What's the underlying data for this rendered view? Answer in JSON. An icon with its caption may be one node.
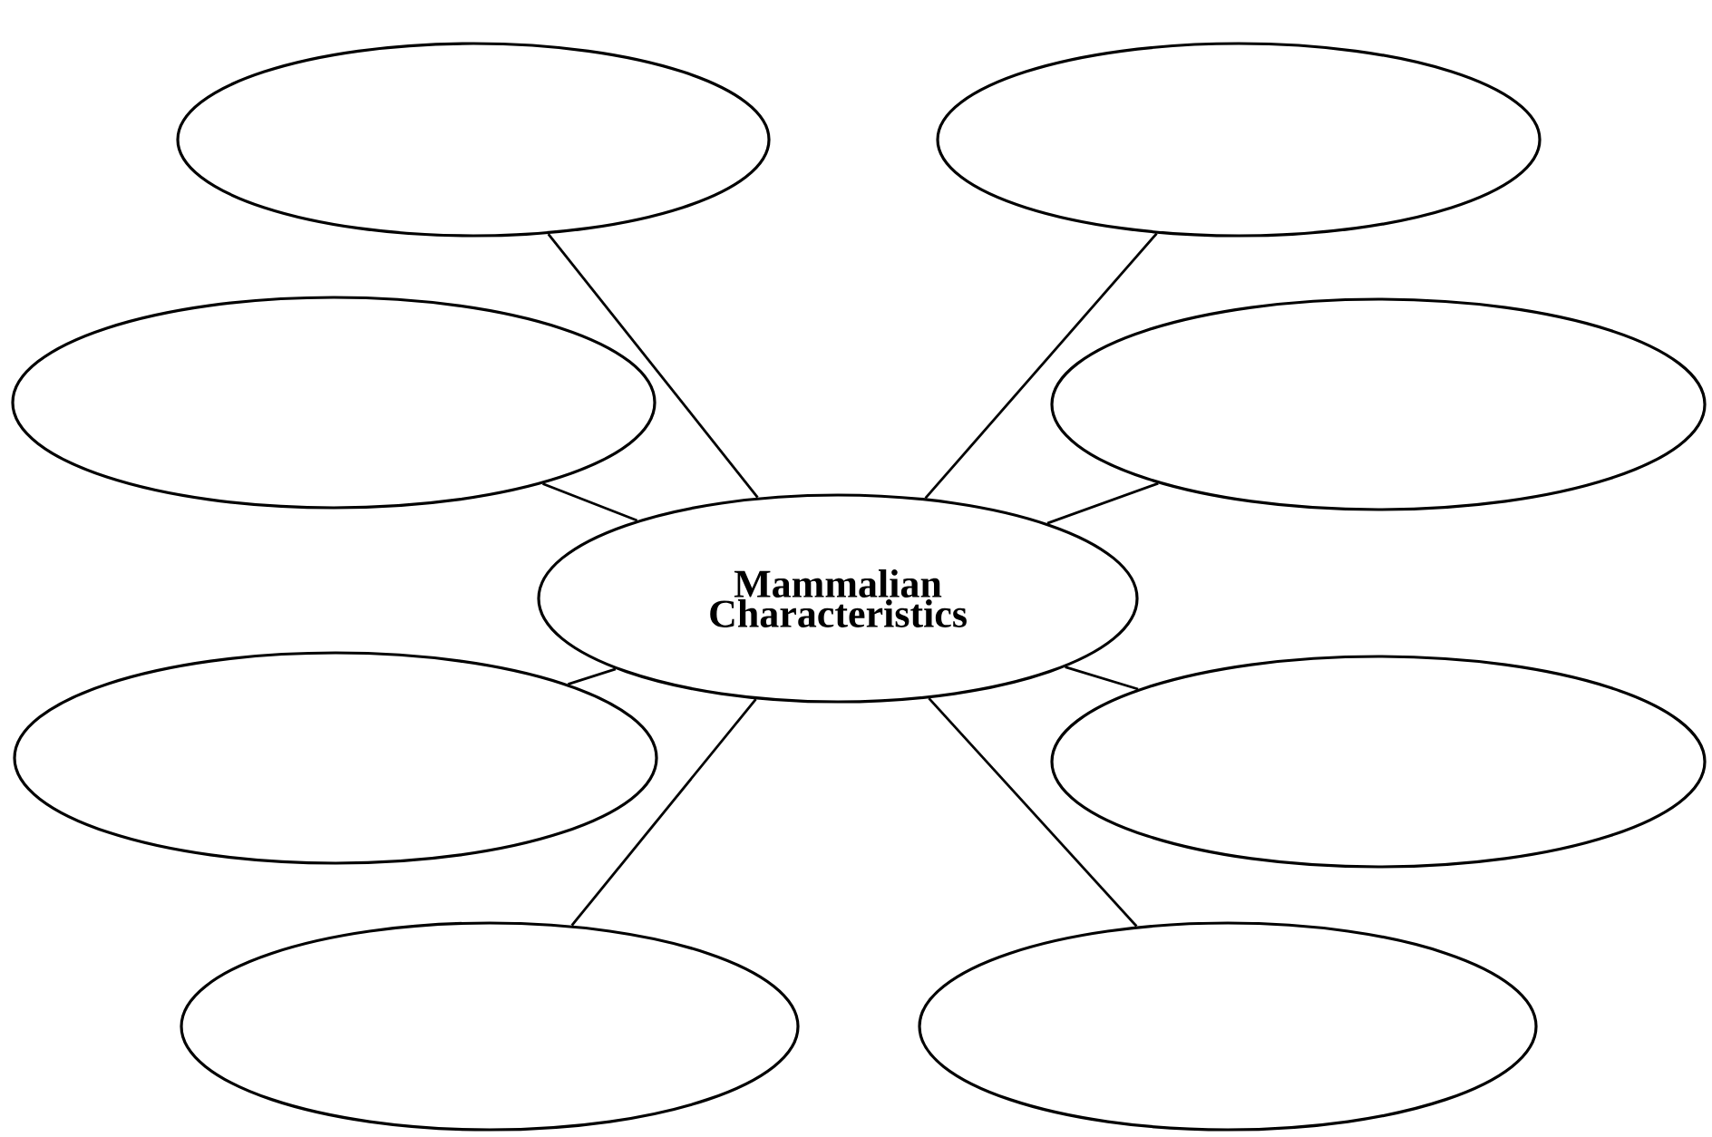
{
  "diagram": {
    "nodes": [
      {
        "text": [],
        "shape": "ellipse"
      },
      {
        "text": [],
        "shape": "ellipse"
      },
      {
        "text": [],
        "shape": "ellipse"
      },
      {
        "text": [],
        "shape": "ellipse"
      },
      {
        "text": [
          "Mammalian Characteristics"
        ]
      },
      {
        "text": [],
        "shape": "ellipse"
      },
      {
        "text": [],
        "shape": "ellipse"
      },
      {
        "text": [],
        "shape": "ellipse"
      },
      {
        "text": [],
        "shape": "ellipse"
      }
    ],
    "edges": [
      {
        "from": 4,
        "to": 0,
        "arrow": "none"
      },
      {
        "from": 4,
        "to": 1,
        "arrow": "none"
      },
      {
        "from": 4,
        "to": 2,
        "arrow": "none"
      },
      {
        "from": 4,
        "to": 3,
        "arrow": "none"
      },
      {
        "from": 4,
        "to": 5,
        "arrow": "none"
      },
      {
        "from": 4,
        "to": 6,
        "arrow": "none"
      },
      {
        "from": 4,
        "to": 7,
        "arrow": "none"
      },
      {
        "from": 4,
        "to": 8,
        "arrow": "none"
      }
    ]
  }
}
